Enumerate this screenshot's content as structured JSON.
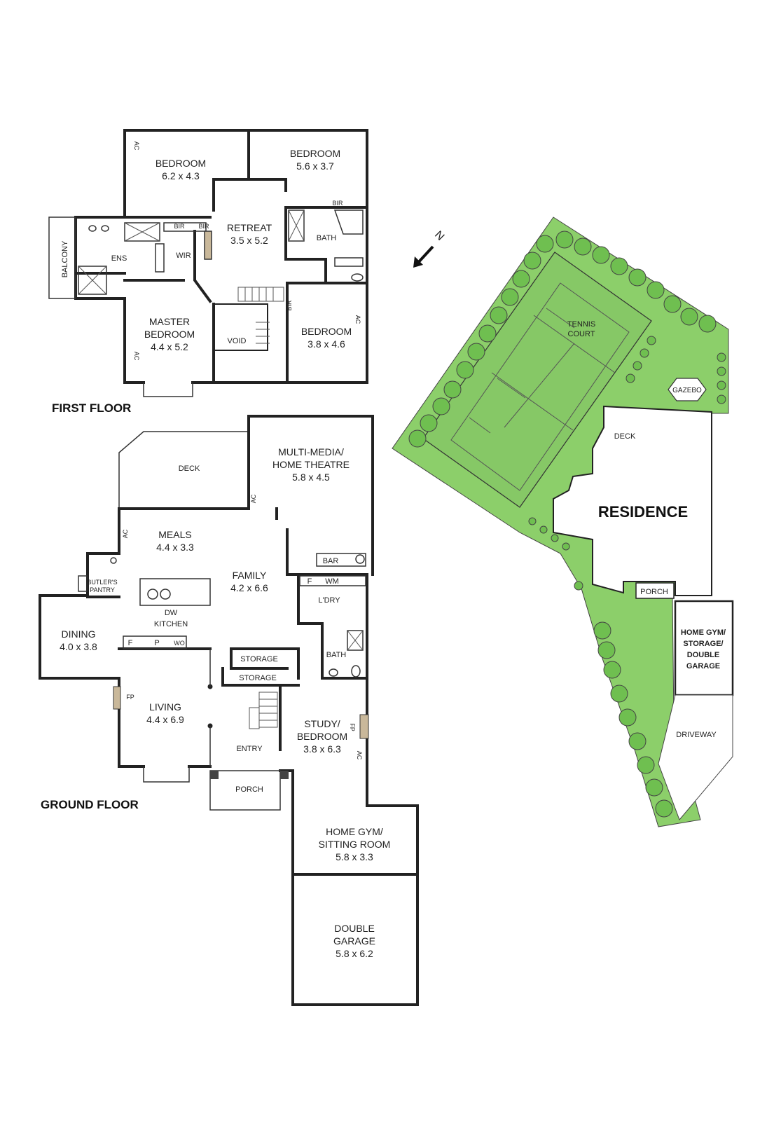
{
  "floors": {
    "first": "FIRST FLOOR",
    "ground": "GROUND FLOOR"
  },
  "first_floor": {
    "bedroom1": {
      "name": "BEDROOM",
      "size": "6.2 x 4.3"
    },
    "bedroom2": {
      "name": "BEDROOM",
      "size": "5.6 x 3.7"
    },
    "retreat": {
      "name": "RETREAT",
      "size": "3.5 x 5.2"
    },
    "master": {
      "name1": "MASTER",
      "name2": "BEDROOM",
      "size": "4.4 x 5.2"
    },
    "bedroom3": {
      "name": "BEDROOM",
      "size": "3.8 x 4.6"
    },
    "balcony": "BALCONY",
    "ens": "ENS",
    "wir": "WIR",
    "bath": "BATH",
    "void": "VOID",
    "bir": "BIR",
    "ac": "AC"
  },
  "ground_floor": {
    "deck": "DECK",
    "theatre": {
      "name1": "MULTI-MEDIA/",
      "name2": "HOME THEATRE",
      "size": "5.8 x 4.5"
    },
    "meals": {
      "name": "MEALS",
      "size": "4.4 x 3.3"
    },
    "family": {
      "name": "FAMILY",
      "size": "4.2 x 6.6"
    },
    "bar": "BAR",
    "butlers": {
      "name1": "BUTLER'S",
      "name2": "PANTRY"
    },
    "dining": {
      "name": "DINING",
      "size": "4.0 x 3.8"
    },
    "kitchen": "KITCHEN",
    "dw": "DW",
    "f": "F",
    "p": "P",
    "wo": "WO",
    "wm": "WM",
    "ldry": "L'DRY",
    "bath": "BATH",
    "storage": "STORAGE",
    "living": {
      "name": "LIVING",
      "size": "4.4 x 6.9"
    },
    "fp": "FP",
    "entry": "ENTRY",
    "porch": "PORCH",
    "study": {
      "name1": "STUDY/",
      "name2": "BEDROOM",
      "size": "3.8 x 6.3"
    },
    "gym": {
      "name1": "HOME GYM/",
      "name2": "SITTING ROOM",
      "size": "5.8 x 3.3"
    },
    "garage": {
      "name1": "DOUBLE",
      "name2": "GARAGE",
      "size": "5.8 x 6.2"
    },
    "ac": "AC"
  },
  "site": {
    "north": "N",
    "tennis1": "TENNIS",
    "tennis2": "COURT",
    "gazebo": "GAZEBO",
    "deck": "DECK",
    "residence": "RESIDENCE",
    "porch": "PORCH",
    "outbuilding": [
      "HOME GYM/",
      "STORAGE/",
      "DOUBLE",
      "GARAGE"
    ],
    "driveway": "DRIVEWAY",
    "colors": {
      "lawn": "#8ccf6a",
      "tree": "#6fbf50"
    }
  }
}
